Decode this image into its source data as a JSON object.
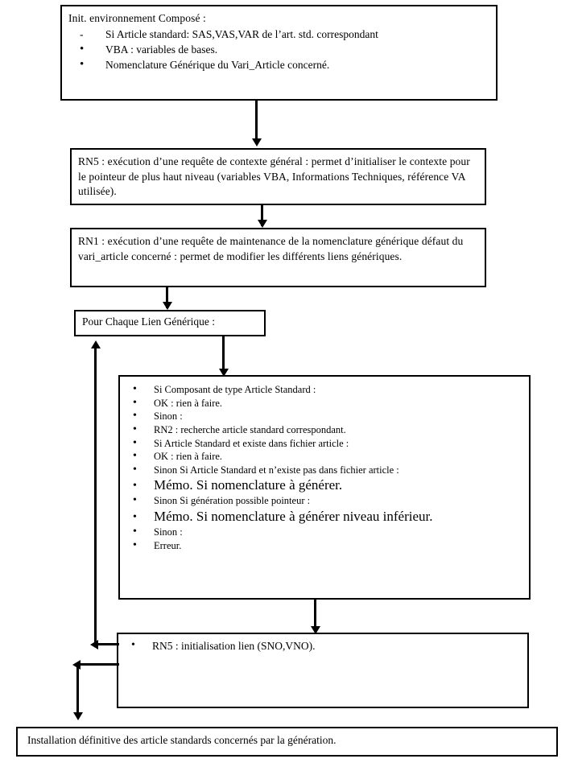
{
  "diagram": {
    "title": "Flowchart - Generation des articles standards",
    "nodes": {
      "init_env": {
        "heading": "Init. environnement Composé :",
        "items": [
          {
            "marker": "-",
            "text": "Si Article standard: SAS,VAS,VAR de l’art. std. correspondant"
          },
          {
            "marker": "•",
            "text": "VBA : variables de bases."
          },
          {
            "marker": "•",
            "text": "Nomenclature Générique du Vari_Article concerné."
          }
        ]
      },
      "rn5_contexte": {
        "text": "RN5 : exécution d’une requête de contexte général : permet d’initialiser le contexte pour le pointeur de plus haut niveau (variables VBA, Informations Techniques, référence VA utilisée)."
      },
      "rn1_maintenance": {
        "text": "RN1 : exécution d’une requête de maintenance de la nomenclature générique défaut du vari_article concerné : permet de modifier les différents liens génériques."
      },
      "boucle_lien": {
        "text": "Pour Chaque Lien Générique :"
      },
      "traitement_lien": {
        "items": [
          {
            "marker": "•",
            "text": "Si  Composant de type Article Standard :",
            "size": "small"
          },
          {
            "marker": "•",
            "text": "OK : rien à faire.",
            "size": "small"
          },
          {
            "marker": "•",
            "text": "Sinon :",
            "size": "small"
          },
          {
            "marker": "•",
            "text": "RN2 : recherche article standard correspondant.",
            "size": "small"
          },
          {
            "marker": "•",
            "text": "Si  Article Standard et existe dans fichier article :",
            "size": "small"
          },
          {
            "marker": "•",
            "text": "OK : rien à faire.",
            "size": "small"
          },
          {
            "marker": "•",
            "text": "Sinon Si Article Standard et n’existe pas dans fichier article :",
            "size": "small"
          },
          {
            "marker": "•",
            "text": "Mémo. Si nomenclature à générer.",
            "size": "large"
          },
          {
            "marker": "•",
            "text": "Sinon Si génération possible pointeur :",
            "size": "small"
          },
          {
            "marker": "•",
            "text": "Mémo. Si nomenclature à générer niveau inférieur.",
            "size": "large"
          },
          {
            "marker": "•",
            "text": "Sinon :",
            "size": "small"
          },
          {
            "marker": "•",
            "text": "Erreur.",
            "size": "small"
          }
        ]
      },
      "rn5_init_lien": {
        "items": [
          {
            "marker": "•",
            "text": "RN5 : initialisation lien (SNO,VNO)."
          }
        ]
      },
      "installation": {
        "text": "Installation définitive des article standards concernés par la génération."
      }
    },
    "colors": {
      "stroke": "#000000",
      "background": "#ffffff",
      "text": "#000000"
    }
  }
}
